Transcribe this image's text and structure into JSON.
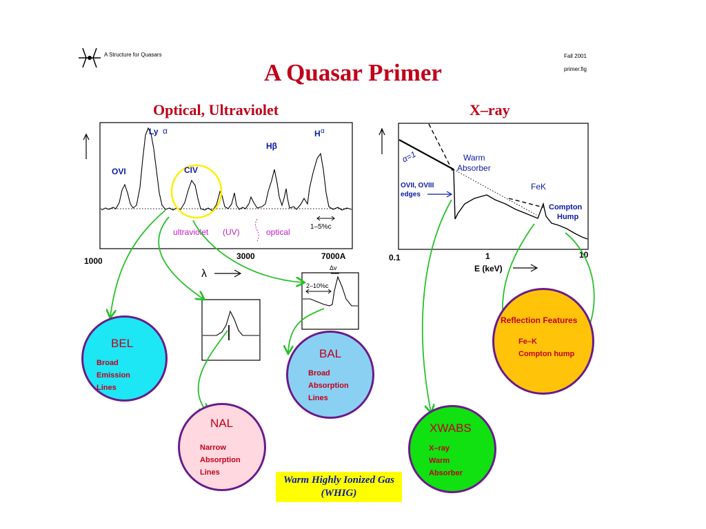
{
  "header": {
    "left_caption": "A Structure for Quasars",
    "right_line1": "Fall 2001",
    "right_line2": "primer.fig"
  },
  "title": "A Quasar Primer",
  "optical_panel": {
    "title": "Optical, Ultraviolet",
    "lines": {
      "ovi": "OVI",
      "lya": "Ly",
      "alpha": "α",
      "civ": "CIV",
      "hb": "Hβ",
      "ha": "H",
      "ha_sub": "α"
    },
    "region_uv": "ultraviolet",
    "region_uv_abbr": "(UV)",
    "region_optical": "optical",
    "width_scale": "1–5%c",
    "x_min": "1000",
    "x_mid": "3000",
    "x_max": "7000A",
    "x_axis_label": "λ"
  },
  "bal_inset": {
    "width_label": "2–10%c",
    "dv_label": "Δv"
  },
  "xray_panel": {
    "title": "X–ray",
    "slope_label": "α=1",
    "warm_absorber": [
      "Warm",
      "Absorber"
    ],
    "edges": [
      "OVII, OVIII",
      "edges"
    ],
    "fek": "FeK",
    "compton": [
      "Compton",
      "Hump"
    ],
    "x_min": "0.1",
    "x_mid": "1",
    "x_max": "10",
    "x_axis_label": "E (keV)"
  },
  "circles": {
    "bel": {
      "title": "BEL",
      "lines": [
        "Broad",
        "Emission",
        "Lines"
      ],
      "fill": "#1de6f5"
    },
    "nal": {
      "title": "NAL",
      "lines": [
        "Narrow",
        "Absorption",
        "Lines"
      ],
      "fill": "#ffd9df"
    },
    "bal": {
      "title": "BAL",
      "lines": [
        "Broad",
        "Absorption",
        "Lines"
      ],
      "fill": "#8ad0f2"
    },
    "xwabs": {
      "title": "XWABS",
      "lines": [
        "X–ray",
        "Warm",
        "Absorber"
      ],
      "fill": "#11e011"
    },
    "reflection": {
      "title": "Reflection Features",
      "lines": [
        "Fe–K",
        "Compton hump"
      ],
      "fill": "#ffc40a"
    }
  },
  "whig": {
    "line1": "Warm Highly Ionized Gas",
    "line2": "(WHIG)"
  },
  "colors": {
    "title_red": "#c0001a",
    "label_blue": "#0a1aa0",
    "arrow_green": "#27c02a",
    "circle_border": "#6a1a8a",
    "ring_yellow": "#ffee00",
    "uv_magenta": "#c020c0"
  }
}
